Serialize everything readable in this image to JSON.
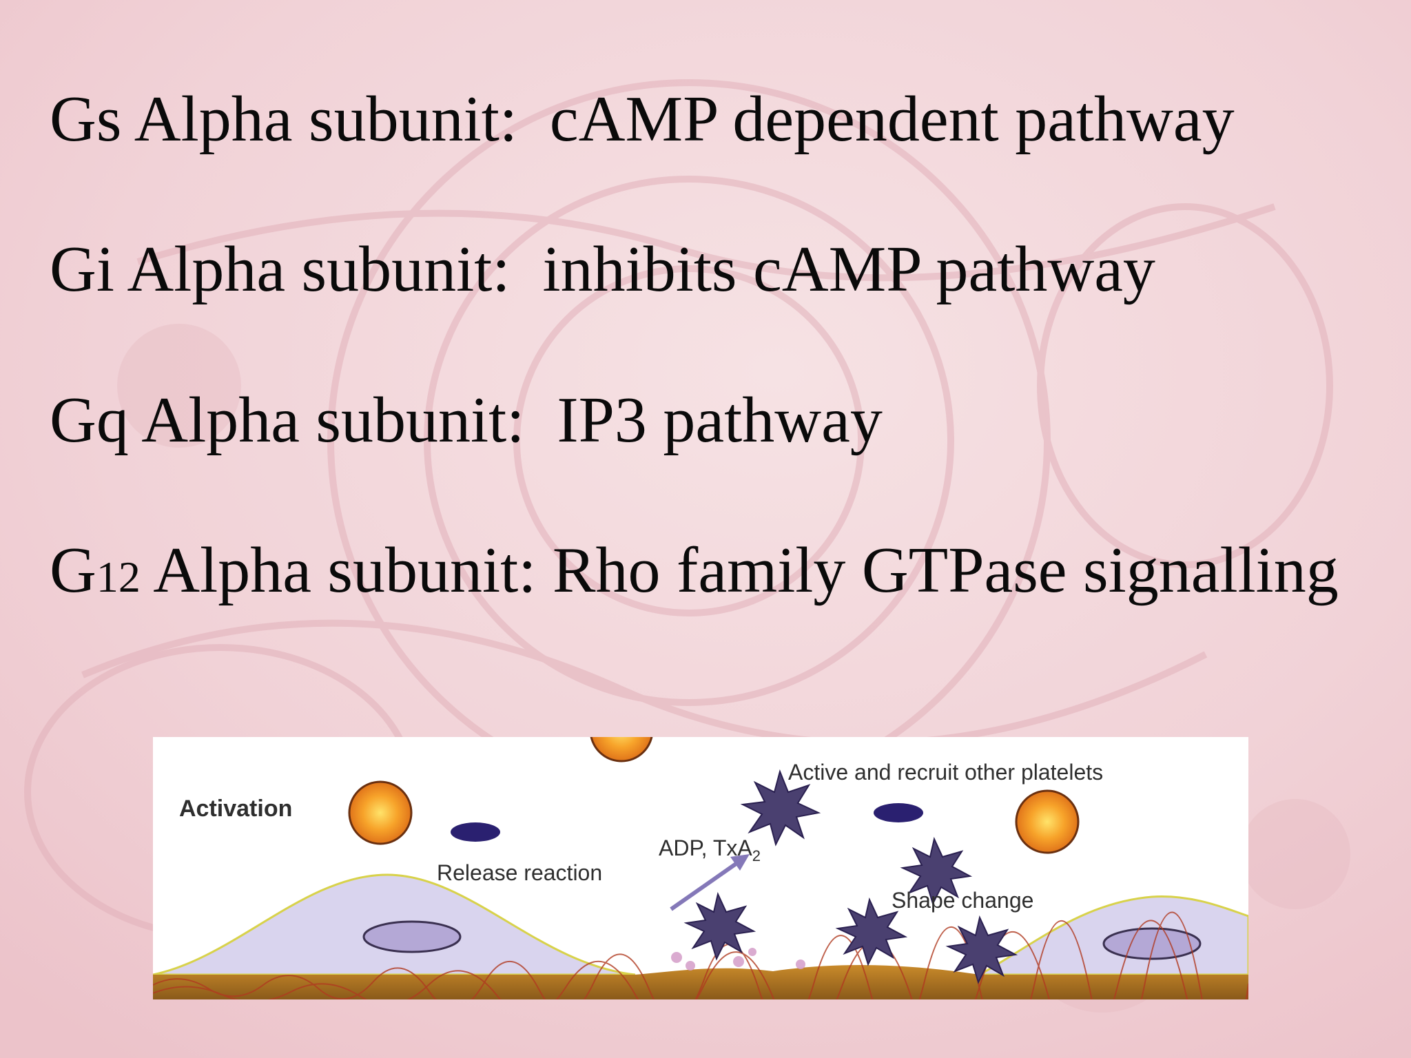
{
  "lines": [
    {
      "prefix": "Gs",
      "subscript": "",
      "text": " Alpha subunit:  cAMP dependent pathway"
    },
    {
      "prefix": "Gi",
      "subscript": "",
      "text": " Alpha subunit:  inhibits cAMP pathway"
    },
    {
      "prefix": "Gq",
      "subscript": "",
      "text": " Alpha subunit:  IP3 pathway"
    },
    {
      "prefix": "G",
      "subscript": "12",
      "text": " Alpha subunit: Rho family GTPase signalling"
    }
  ],
  "figure": {
    "labels": {
      "activation": "Activation",
      "recruit": "Active and recruit other platelets",
      "adp": "ADP, TxA",
      "adp_sub": "2",
      "release": "Release reaction",
      "shape": "Shape change"
    }
  },
  "colors": {
    "background": "#f2d6da",
    "text": "#0a0a0a",
    "platelet_fill": "#a89ac8",
    "granule": "#2a2070",
    "orb": "#f28a1c",
    "cell": "#d9d4ee"
  }
}
